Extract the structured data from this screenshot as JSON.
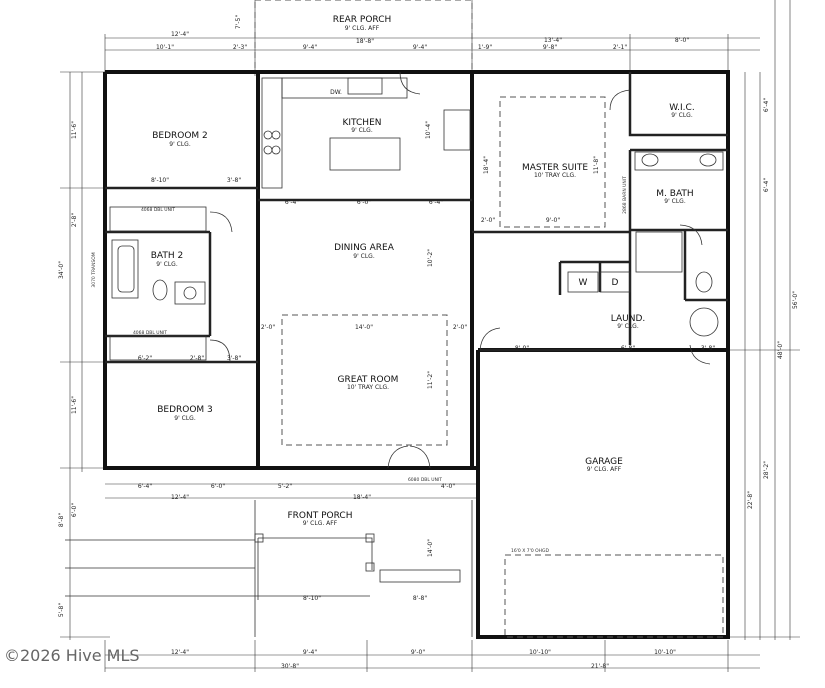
{
  "rooms": {
    "rear_porch": {
      "name": "REAR PORCH",
      "ceiling": "9' CLG. AFF"
    },
    "bedroom2": {
      "name": "BEDROOM 2",
      "ceiling": "9' CLG."
    },
    "kitchen": {
      "name": "KITCHEN",
      "ceiling": "9' CLG."
    },
    "master": {
      "name": "MASTER SUITE",
      "ceiling": "10' TRAY CLG."
    },
    "wic": {
      "name": "W.I.C.",
      "ceiling": "9' CLG."
    },
    "mbath": {
      "name": "M. BATH",
      "ceiling": "9' CLG."
    },
    "bath2": {
      "name": "BATH 2",
      "ceiling": "9' CLG."
    },
    "dining": {
      "name": "DINING AREA",
      "ceiling": "9' CLG."
    },
    "great": {
      "name": "GREAT ROOM",
      "ceiling": "10' TRAY CLG."
    },
    "bedroom3": {
      "name": "BEDROOM 3",
      "ceiling": "9' CLG."
    },
    "laund": {
      "name": "LAUND.",
      "ceiling": "9' CLG."
    },
    "garage": {
      "name": "GARAGE",
      "ceiling": "9' CLG. AFF"
    },
    "front_porch": {
      "name": "FRONT PORCH",
      "ceiling": "9' CLG. AFF"
    }
  },
  "labels": {
    "dw": "DW.",
    "washer": "W",
    "dryer": "D",
    "dbl_unit_top": "4068 DBL UNIT",
    "dbl_unit_bottom": "4068 DBL UNIT",
    "front_door": "6080 DBL UNIT",
    "garage_door": "16'0 X 7'0 OHGD",
    "barn_unit": "2868 BARN UNIT",
    "transom": "3070 TRANSOM"
  },
  "dims": {
    "t1": "12'-4\"",
    "t2": "18'-8\"",
    "t3": "13'-4\"",
    "t4": "8'-0\"",
    "t5": "10'-1\"",
    "t6": "2'-3\"",
    "t7": "9'-4\"",
    "t8": "9'-4\"",
    "t9": "1'-9\"",
    "t10": "9'-8\"",
    "t11": "2'-1\"",
    "t12": "7'-5\"",
    "b1": "12'-4\"",
    "b2": "9'-4\"",
    "b3": "9'-0\"",
    "b4": "10'-10\"",
    "b5": "10'-10\"",
    "b6": "30'-8\"",
    "b7": "21'-8\"",
    "m1": "6'-4\"",
    "m2": "12'-4\"",
    "m3": "6'-0\"",
    "m4": "5'-2\"",
    "m5": "18'-4\"",
    "m6": "4'-0\"",
    "m7": "8'-10\"",
    "m8": "8'-8\"",
    "k1": "6'-4\"",
    "k2": "6'-0\"",
    "k3": "6'-4\"",
    "g1": "2'-0\"",
    "g2": "14'-0\"",
    "g3": "2'-0\"",
    "br1": "8'-10\"",
    "br2": "3'-8\"",
    "br3": "6'-2\"",
    "br4": "2'-8\"",
    "br5": "3'-8\"",
    "ms1": "9'-0\"",
    "ms2": "8'-0\"",
    "ms3": "6'-8\"",
    "ms4": "3'-8\"",
    "ms5": "2'-0\"",
    "l1": "11'-6\"",
    "l2": "2'-8\"",
    "l3": "34'-0\"",
    "l4": "11'-6\"",
    "l5": "8'-8\"",
    "l6": "6'-0\"",
    "l7": "5'-8\"",
    "r1": "6'-4\"",
    "r2": "6'-4\"",
    "r3": "56'-0\"",
    "r4": "48'-0\"",
    "r5": "28'-2\"",
    "r6": "22'-8\"",
    "c1": "10'-2\"",
    "c2": "11'-2\"",
    "c3": "14'-0\"",
    "c4": "11'-8\"",
    "c5": "18'-4\"",
    "c6": "10'-4\""
  },
  "watermark": "©2026 Hive MLS"
}
